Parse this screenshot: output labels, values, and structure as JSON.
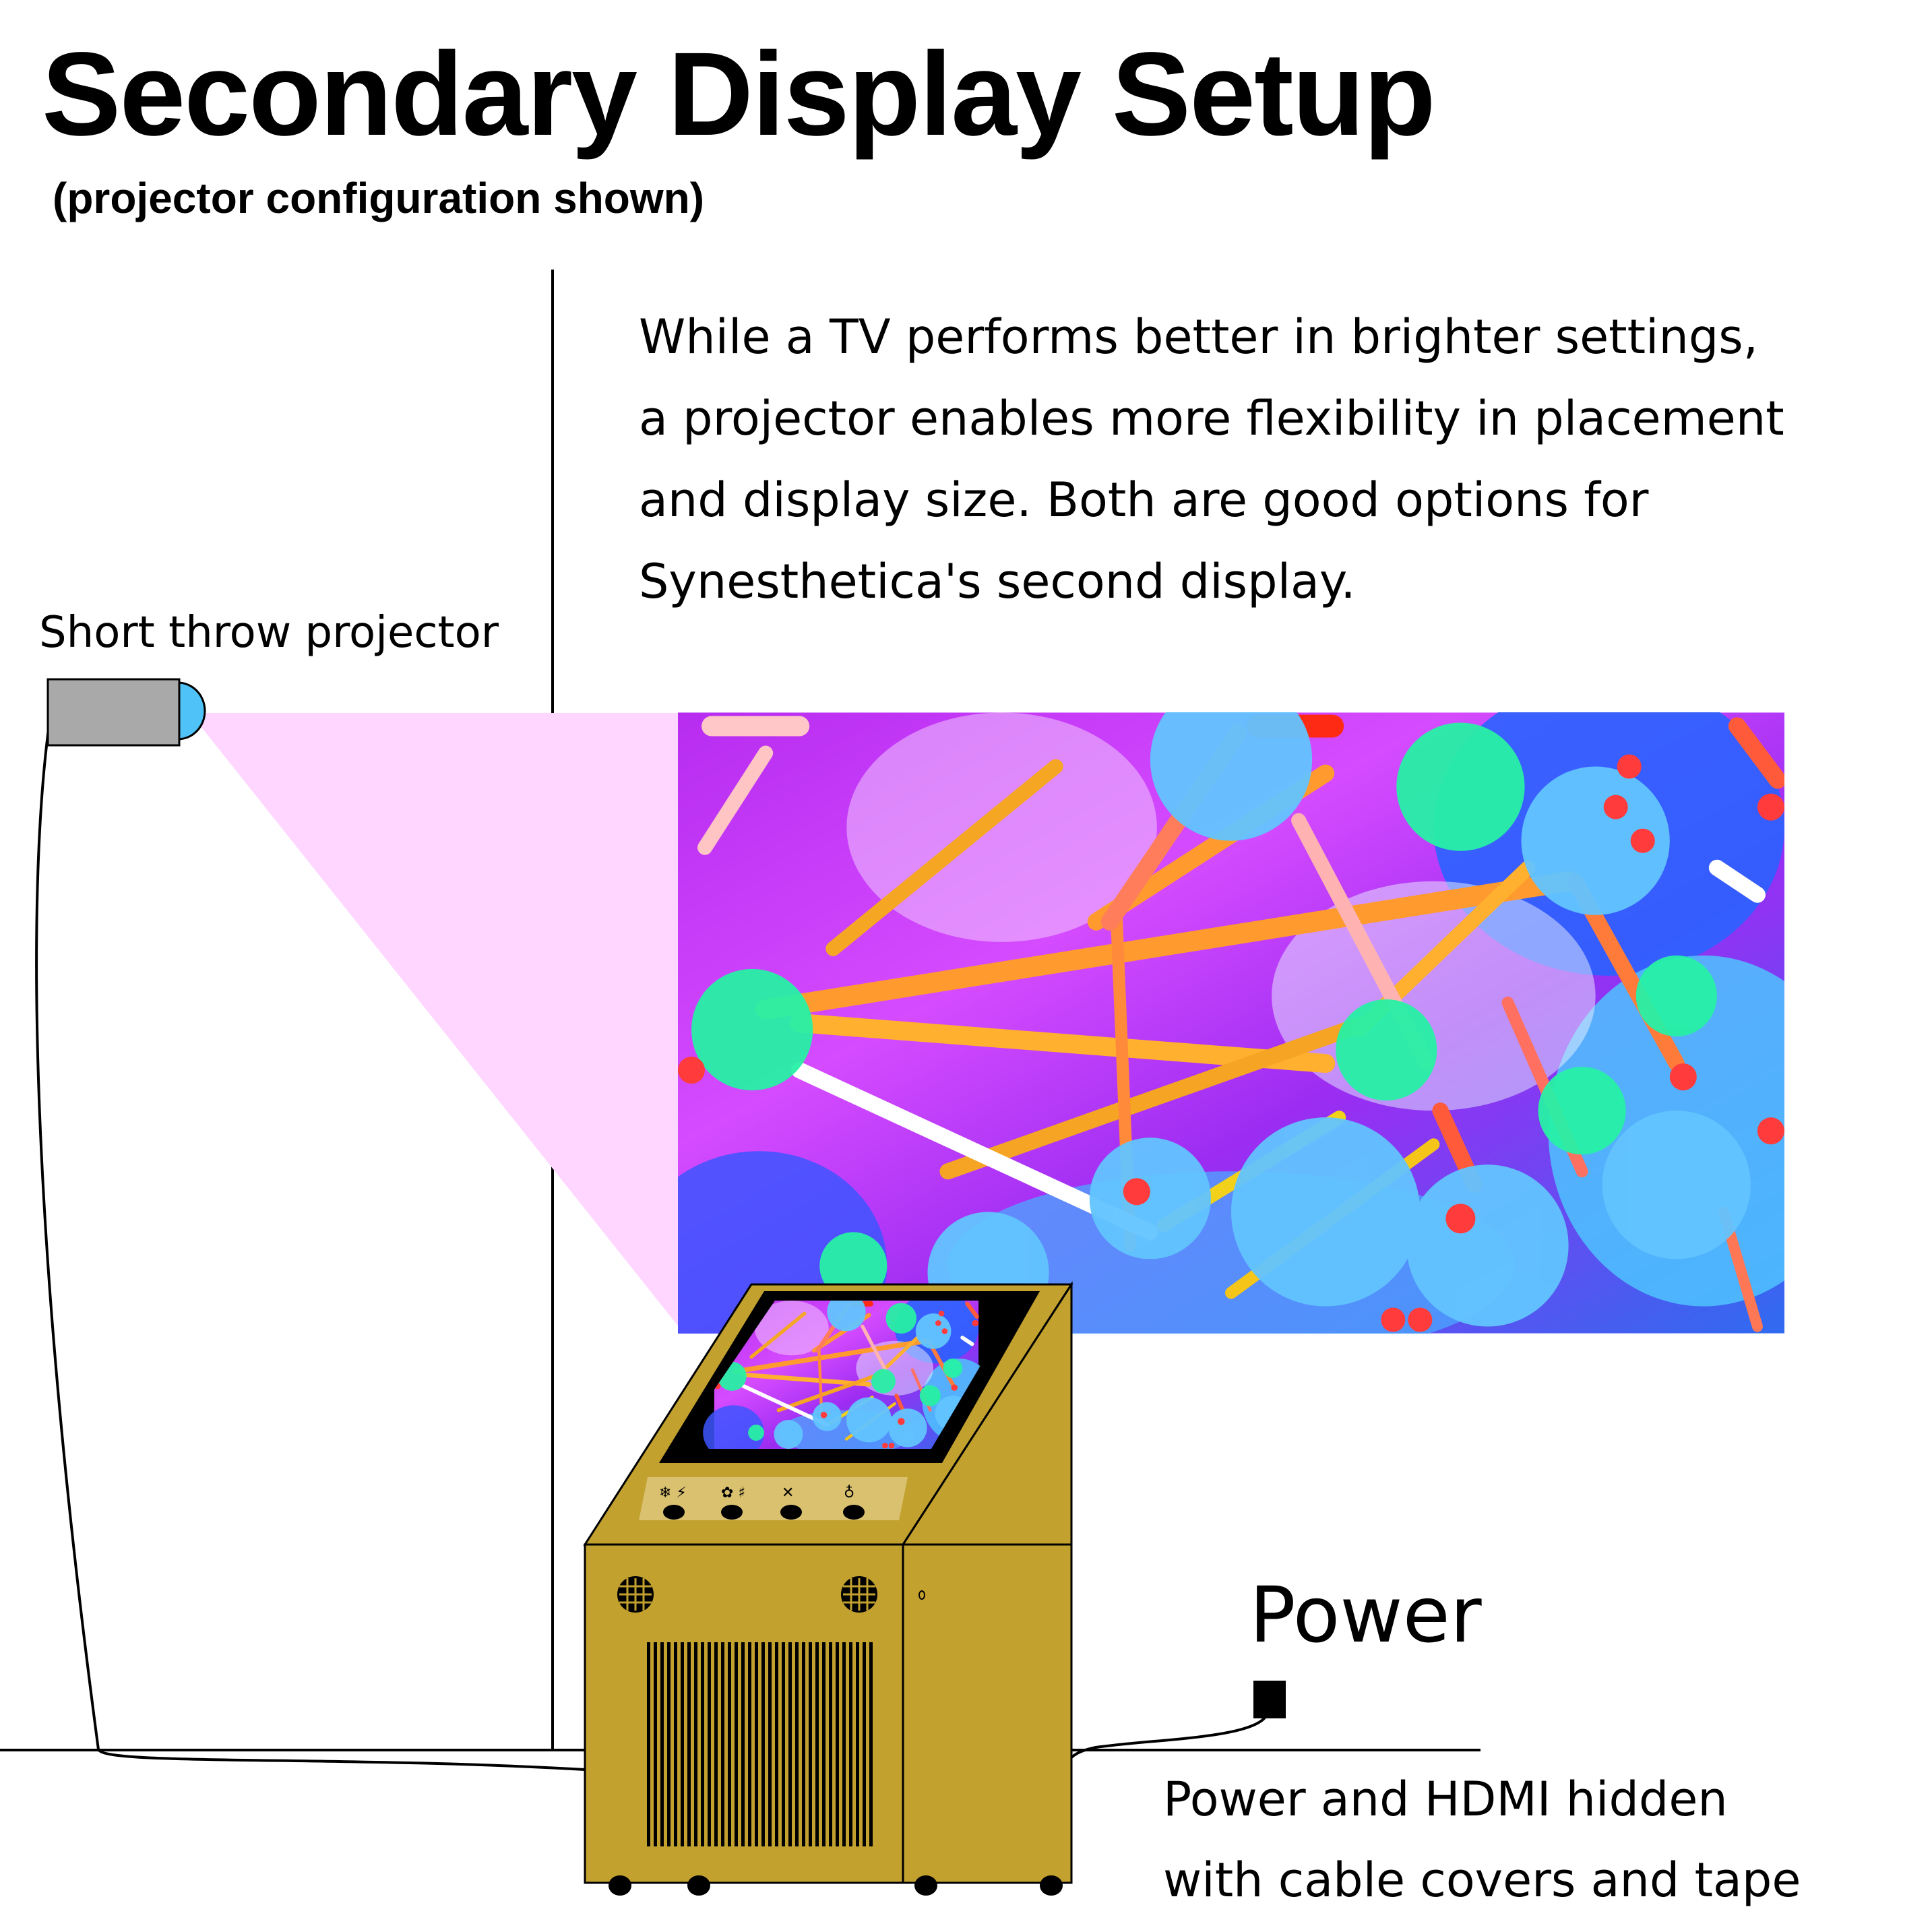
{
  "title": "Secondary Display Setup",
  "subtitle": "(projector configuration shown)",
  "description": [
    "While a TV performs better in brighter settings,",
    "a projector enables more flexibility in placement",
    "and display size. Both are good options for",
    "Synesthetica's second display."
  ],
  "labels": {
    "projector": "Short throw projector",
    "power": "Power",
    "cable_note": [
      "Power and HDMI hidden",
      "with cable covers and tape"
    ]
  },
  "colors": {
    "projector_body": "#a9a9a9",
    "projector_lens": "#4fc3f7",
    "light_beam": "#ffd6ff",
    "kiosk": "#c2a12f",
    "panel": "#d9c170",
    "ink": "#000000"
  }
}
